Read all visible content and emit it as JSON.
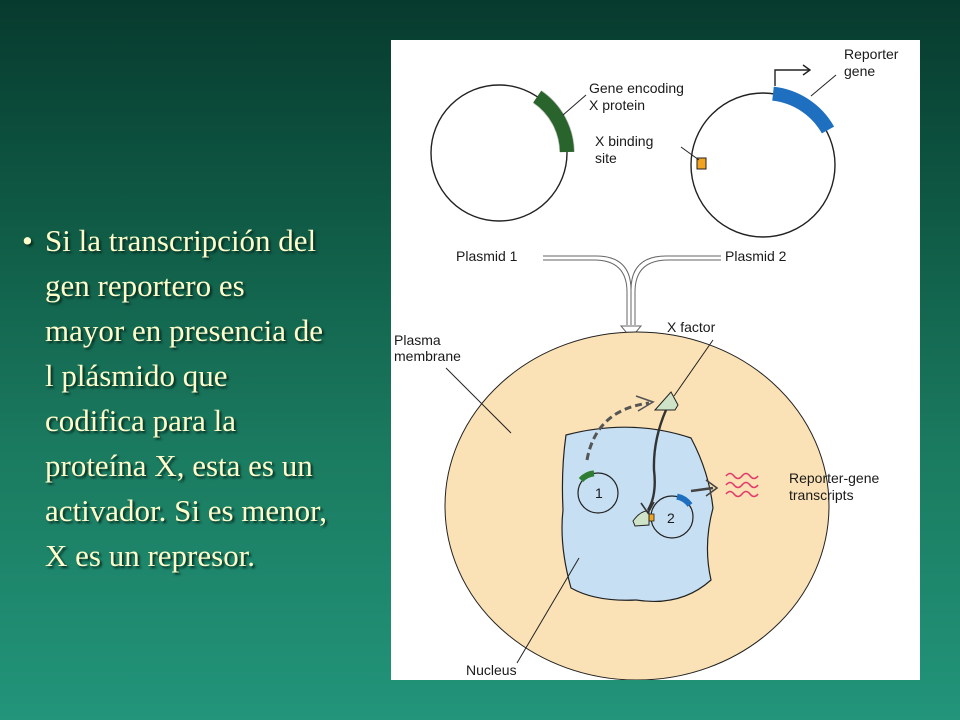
{
  "slide": {
    "bullet": "•",
    "lines": [
      "Si la transcripción del",
      "gen reportero es",
      "mayor en presencia de",
      "l plásmido que",
      "codifica para la",
      "proteína X, esta es un",
      "activador. Si es menor,",
      "X es un represor."
    ]
  },
  "figure": {
    "labels": {
      "gene_encoding": "Gene encoding",
      "x_protein": "X protein",
      "x_binding": "X binding",
      "site": "site",
      "reporter": "Reporter",
      "gene": "gene",
      "plasmid1": "Plasmid 1",
      "plasmid2": "Plasmid 2",
      "plasma": "Plasma",
      "membrane": "membrane",
      "x_factor": "X factor",
      "reporter_gene": "Reporter-gene",
      "transcripts": "transcripts",
      "nucleus": "Nucleus",
      "n1": "1",
      "n2": "2"
    },
    "colors": {
      "gene_x": "#2e7d32",
      "reporter_gene": "#1f6fc0",
      "binding_site": "#f2a321",
      "cell": "#fbe2b6",
      "nucleus": "#c6dff2",
      "x_factor": "#cfe3c8",
      "transcripts": "#e33a6a"
    }
  }
}
